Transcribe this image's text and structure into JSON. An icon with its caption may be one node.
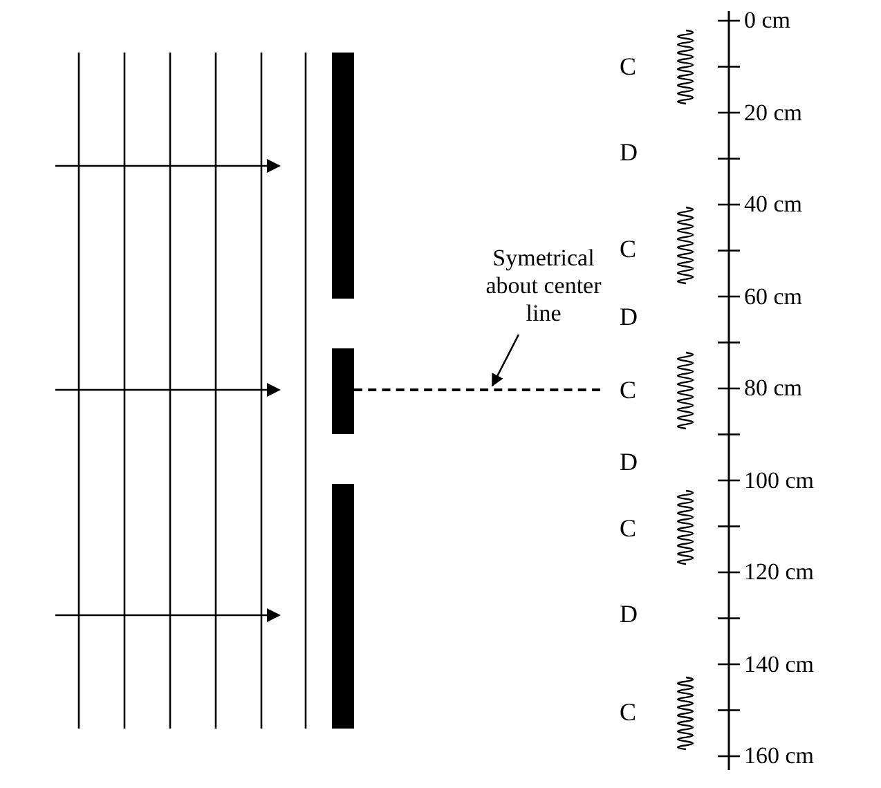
{
  "diagram": {
    "nodes": [
      {
        "text": [
          "Symetrical about center line"
        ]
      },
      {
        "text": [],
        "shape": "line"
      }
    ],
    "edges": [
      {
        "from": 0,
        "to": 1,
        "arrow": "to"
      }
    ],
    "labels": [
      "C",
      "D",
      "C",
      "D",
      "C",
      "D",
      "C",
      "D",
      "C",
      "0 cm",
      "20 cm",
      "40 cm",
      "60 cm",
      "80 cm",
      "100 cm",
      "120 cm",
      "140 cm",
      "160 cm"
    ]
  }
}
